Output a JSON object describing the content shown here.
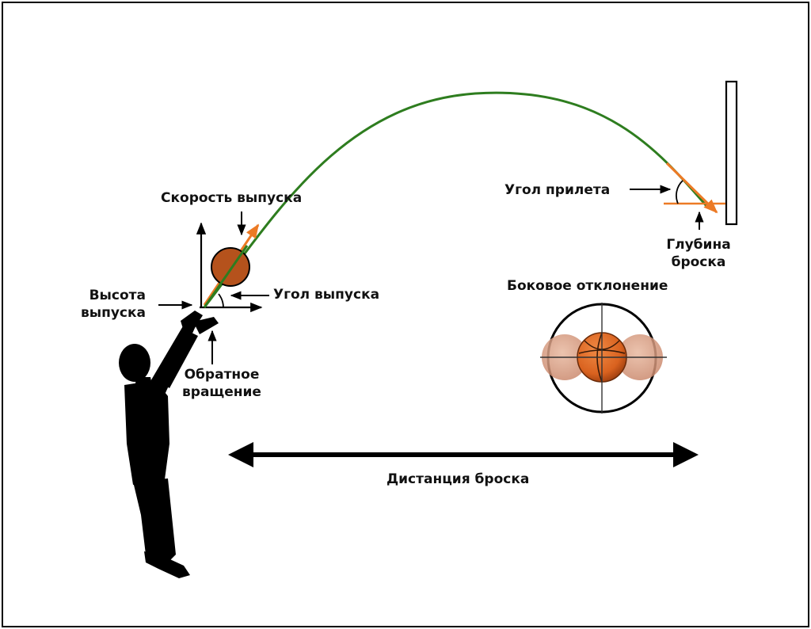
{
  "labels": {
    "release_speed": "Скорость выпуска",
    "release_height_line1": "Высота",
    "release_height_line2": "выпуска",
    "release_angle": "Угол выпуска",
    "backspin_line1": "Обратное",
    "backspin_line2": "вращение",
    "entry_angle": "Угол прилета",
    "shot_depth_line1": "Глубина",
    "shot_depth_line2": "броска",
    "lateral_deviation": "Боковое отклонение",
    "shot_distance": "Дистанция броска"
  },
  "colors": {
    "trajectory": "#2e7d1f",
    "vector": "#ec7a25",
    "ball": "#b5521c",
    "ink": "#000000"
  },
  "icons": {
    "player": "shooter-silhouette-icon",
    "ball": "basketball-icon",
    "target": "crosshair-target-icon",
    "backboard": "backboard-icon"
  }
}
